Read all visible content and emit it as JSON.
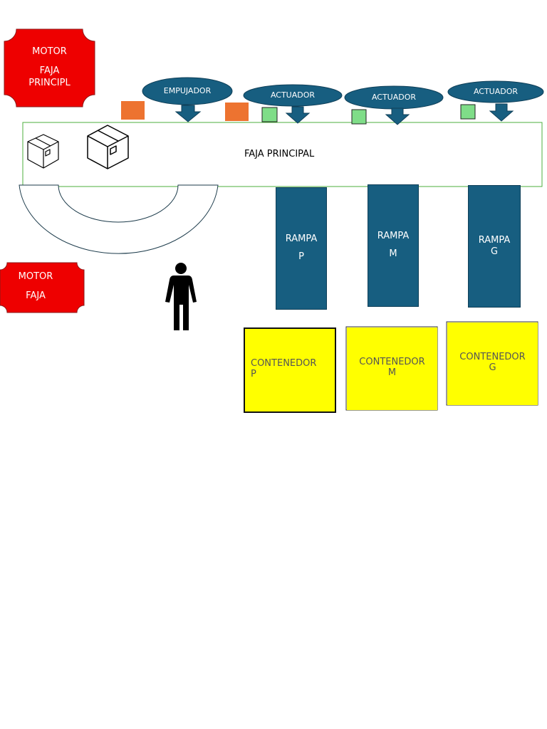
{
  "motors": {
    "main": {
      "line1": "MOTOR",
      "line2": "FAJA",
      "line3": "PRINCIPL"
    },
    "secondary": {
      "line1": "MOTOR",
      "line2": "FAJA"
    }
  },
  "actuators": {
    "empujador": "EMPUJADOR",
    "actuador_p": "ACTUADOR",
    "actuador_m": "ACTUADOR",
    "actuador_g": "ACTUADOR"
  },
  "belt": {
    "label": "FAJA PRINCIPAL"
  },
  "ramps": {
    "p": {
      "line1": "RAMPA",
      "line2": "P"
    },
    "m": {
      "line1": "RAMPA",
      "line2": "M"
    },
    "g": {
      "line1": "RAMPA",
      "line2": "G"
    }
  },
  "containers": {
    "p": {
      "line1": "CONTENEDOR",
      "line2": "P"
    },
    "m": {
      "line1": "CONTENEDOR",
      "line2": "M"
    },
    "g": {
      "line1": "CONTENEDOR",
      "line2": "G"
    }
  },
  "colors": {
    "motor": "#ee0000",
    "actuator": "#175e80",
    "sensor_orange": "#ed7330",
    "sensor_green": "#7fdd88",
    "container": "#ffff00",
    "belt_border": "#4caf3c"
  }
}
